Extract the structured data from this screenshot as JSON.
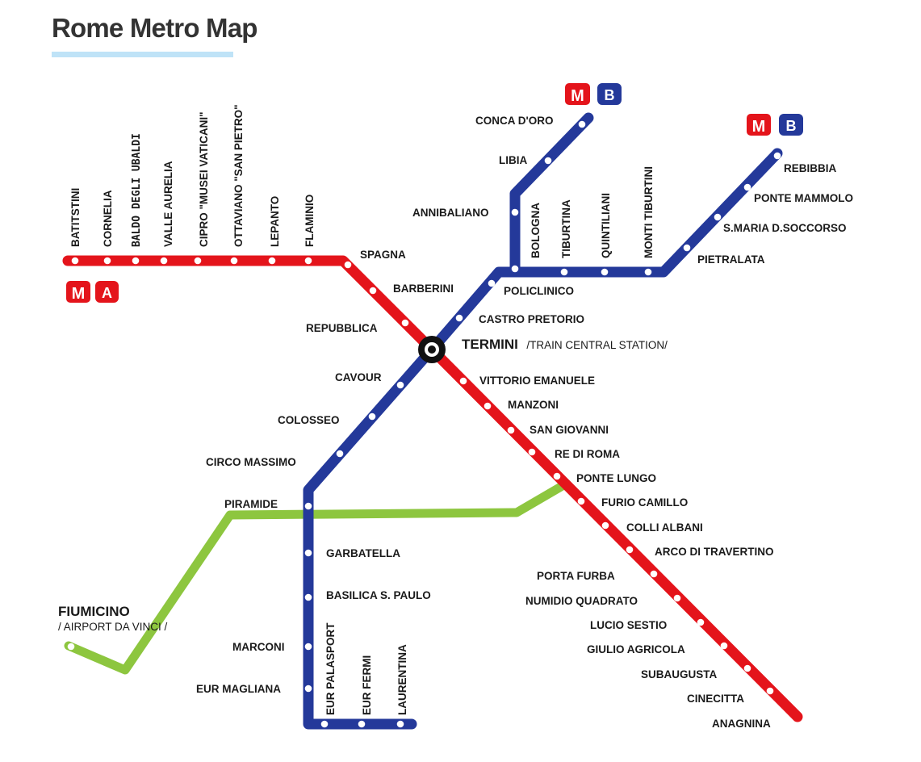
{
  "page": {
    "title": "Rome Metro Map"
  },
  "colors": {
    "line_a": "#e4141b",
    "line_b": "#24399a",
    "rail": "#8dc63f",
    "hub": "#111111"
  },
  "badges": [
    {
      "logo": "M",
      "line": "A"
    },
    {
      "logo": "M",
      "line": "B"
    },
    {
      "logo": "M",
      "line": "B"
    }
  ],
  "hub": {
    "name": "TERMINI",
    "note": "/TRAIN CENTRAL STATION/"
  },
  "airport": {
    "name": "FIUMICINO",
    "note": "/ AIRPORT DA VINCI /"
  },
  "line_a_stations": {
    "west": [
      "BATITSTINI",
      "CORNELIA",
      "BALDO DEGLI UBALDI",
      "VALLE AURELIA",
      "CIPRO \"MUSEI VATICANI\"",
      "OTTAVIANO \"SAN PIETRO\"",
      "LEPANTO",
      "FLAMINIO"
    ],
    "center": [
      "SPAGNA",
      "BARBERINI",
      "REPUBBLICA"
    ],
    "east": [
      "VITTORIO EMANUELE",
      "MANZONI",
      "SAN GIOVANNI",
      "RE DI ROMA",
      "PONTE LUNGO",
      "FURIO CAMILLO",
      "COLLI ALBANI",
      "ARCO DI TRAVERTINO",
      "PORTA FURBA",
      "NUMIDIO QUADRATO",
      "LUCIO SESTIO",
      "GIULIO AGRICOLA",
      "SUBAUGUSTA",
      "CINECITTA",
      "ANAGNINA"
    ]
  },
  "line_b_stations": {
    "branch": [
      "CONCA D'ORO",
      "LIBIA",
      "ANNIBALIANO"
    ],
    "east": [
      "BOLOGNA",
      "TIBURTINA",
      "QUINTILIANI",
      "MONTI TIBURTINI",
      "PIETRALATA",
      "S.MARIA D.SOCCORSO",
      "PONTE MAMMOLO",
      "REBIBBIA"
    ],
    "center": [
      "POLICLINICO",
      "CASTRO PRETORIO"
    ],
    "south": [
      "CAVOUR",
      "COLOSSEO",
      "CIRCO MASSIMO",
      "PIRAMIDE",
      "GARBATELLA",
      "BASILICA S. PAULO",
      "MARCONI",
      "EUR MAGLIANA",
      "EUR PALASPORT",
      "EUR FERMI",
      "LAURENTINA"
    ]
  }
}
